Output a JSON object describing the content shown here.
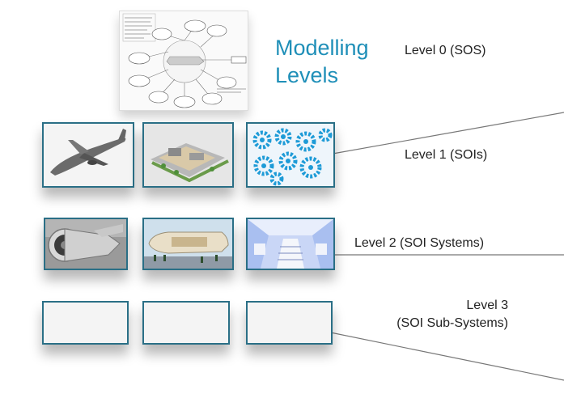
{
  "title": {
    "line1": "Modelling",
    "line2": "Levels"
  },
  "levels": {
    "level0": "Level 0 (SOS)",
    "level1": "Level 1 (SOIs)",
    "level2": "Level 2 (SOI Systems)",
    "level3_line1": "Level 3",
    "level3_line2": "(SOI Sub-Systems)"
  },
  "tiles": {
    "row1": [
      "airplane-image",
      "airport-image",
      "gears-network-image"
    ],
    "row2": [
      "jet-engine-image",
      "aircraft-assembly-image",
      "cabin-interior-image"
    ],
    "row3": [
      "empty-tile",
      "empty-tile",
      "empty-tile"
    ]
  },
  "colors": {
    "title": "#1f8fb8",
    "tile_border": "#2a6f86",
    "gear_blue": "#1e9bd7"
  }
}
